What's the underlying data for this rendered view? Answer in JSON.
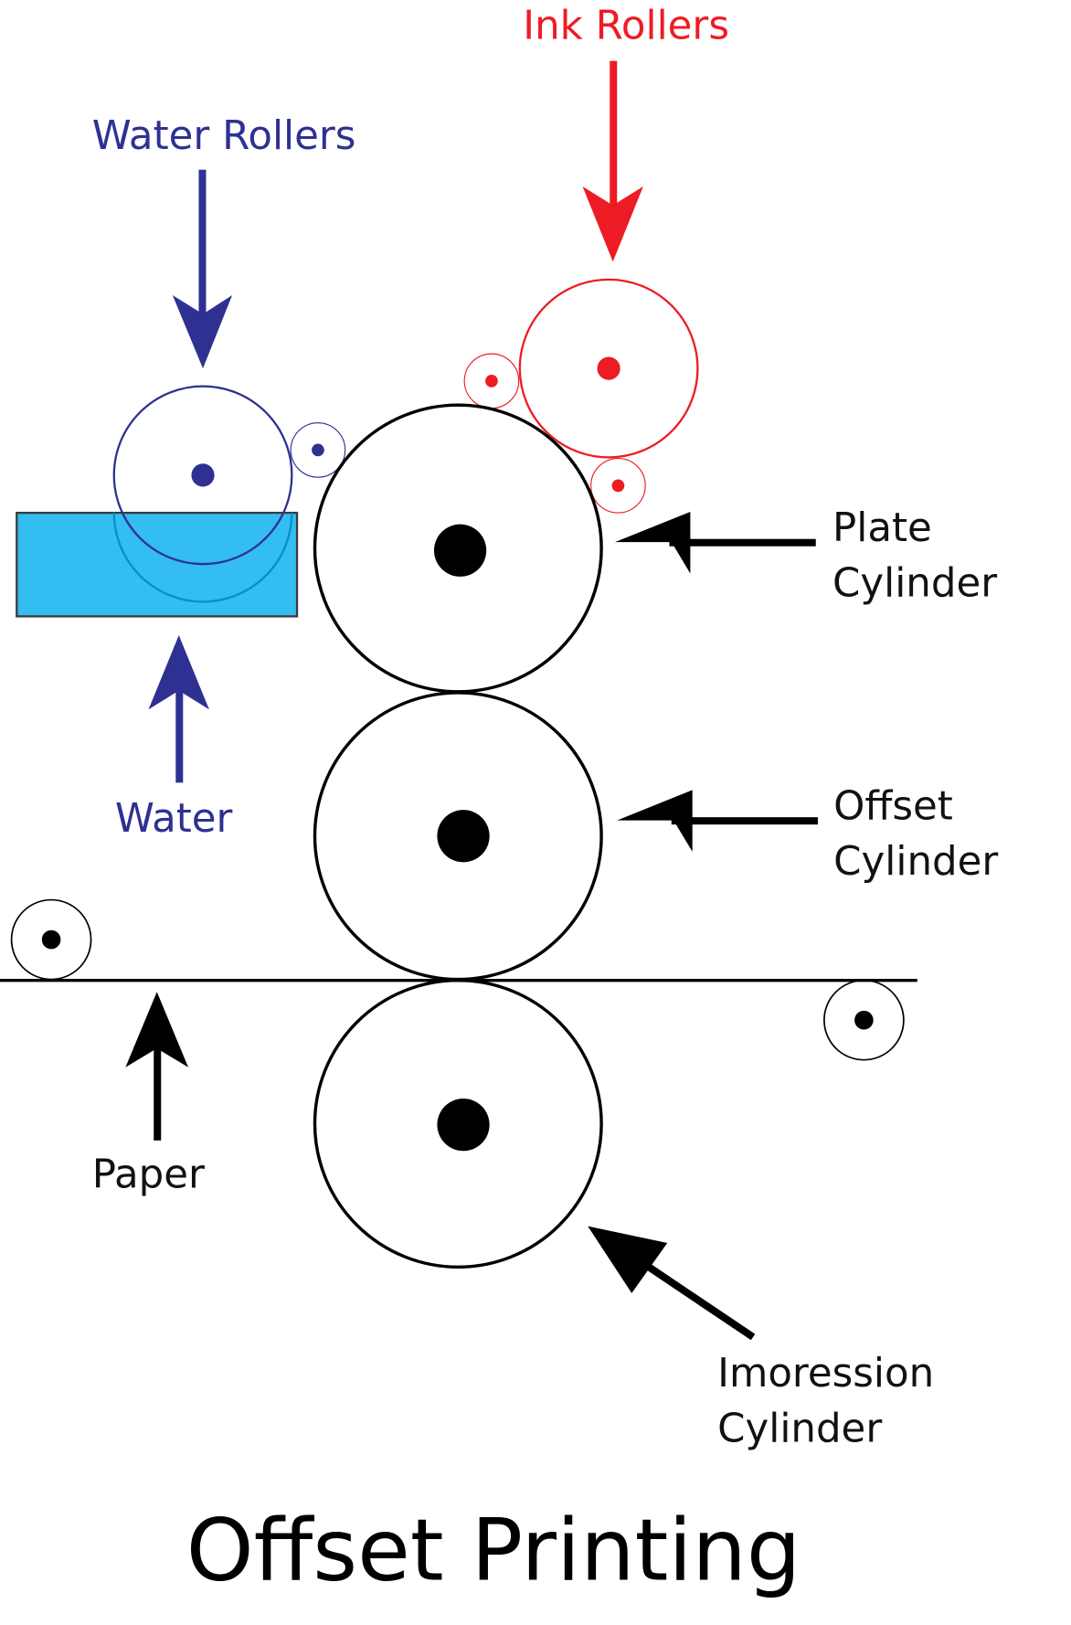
{
  "title": "Offset Printing",
  "labels": {
    "water_rollers": "Water Rollers",
    "ink_rollers": "Ink Rollers",
    "water": "Water",
    "paper": "Paper",
    "plate_1": "Plate",
    "plate_2": "Cylinder",
    "offset_1": "Offset",
    "offset_2": "Cylinder",
    "impression_1": "Imoression",
    "impression_2": "Cylinder"
  },
  "colors": {
    "water": "#2e3192",
    "ink": "#ed1c24",
    "tray": "#33bdf0",
    "line": "#000000"
  }
}
